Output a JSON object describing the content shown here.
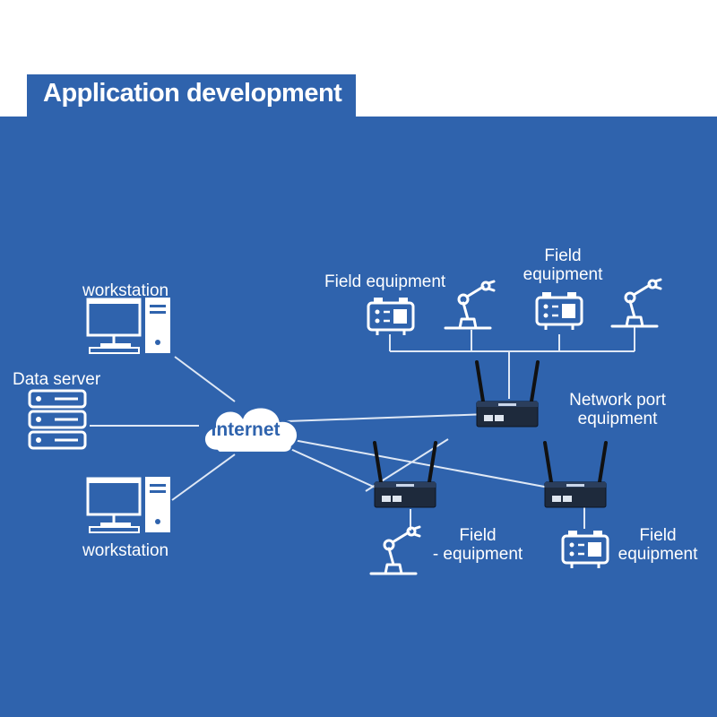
{
  "title": "Application development",
  "colors": {
    "panel": "#2f63ad",
    "line": "#dfe8f5",
    "icon": "#ffffff",
    "cloud_text": "#2f63ad",
    "router_body": "#1e2a3c"
  },
  "cloud": {
    "label": "Internet",
    "icon": "cloud-icon"
  },
  "left_nodes": {
    "workstation_top": {
      "label": "workstation",
      "icon": "desktop-computer-icon"
    },
    "data_server": {
      "label": "Data server",
      "icon": "server-rack-icon"
    },
    "workstation_bottom": {
      "label": "workstation",
      "icon": "desktop-computer-icon"
    }
  },
  "routers": [
    {
      "icon": "router-icon"
    },
    {
      "icon": "router-icon"
    },
    {
      "icon": "router-icon"
    }
  ],
  "network_port_label_1": "Network port",
  "network_port_label_2": "equipment",
  "field_labels": {
    "top_left": "Field equipment",
    "top_right_1": "Field",
    "top_right_2": "equipment",
    "bottom_mid_1": "Field",
    "bottom_mid_2": "- equipment",
    "bottom_right_1": "Field",
    "bottom_right_2": "equipment"
  },
  "field_icons": [
    "control-box-icon",
    "robot-arm-icon",
    "control-box-icon",
    "robot-arm-icon",
    "robot-arm-icon",
    "control-box-icon"
  ]
}
